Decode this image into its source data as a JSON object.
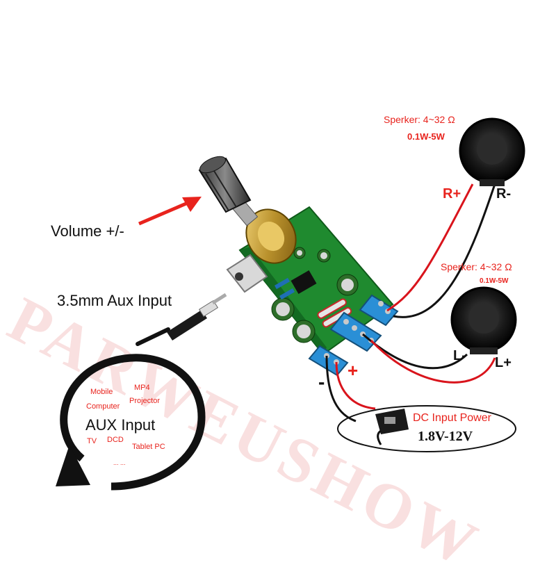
{
  "watermark": "PARWEUSHOW",
  "labels": {
    "volume": "Volume +/-",
    "aux_input_jack": "3.5mm Aux Input",
    "speaker_right": "Sperker: 4~32 Ω",
    "speaker_right_power": "0.1W-5W",
    "speaker_left": "Sperker: 4~32 Ω",
    "speaker_left_power": "0.1W-5W",
    "r_plus": "R+",
    "r_minus": "R-",
    "l_minus": "L-",
    "l_plus": "L+",
    "power_plus": "+",
    "power_minus": "-",
    "dc_input": "DC Input Power",
    "dc_voltage": "1.8V-12V"
  },
  "aux_sources": {
    "title": "AUX Input",
    "mobile": "Mobile",
    "computer": "Computer",
    "mp4": "MP4",
    "projector": "Projector",
    "tv": "TV",
    "dcd": "DCD",
    "tablet": "Tablet PC",
    "more": "... ..."
  },
  "colors": {
    "red_label": "#e8231d",
    "wire_red": "#d9141c",
    "wire_black": "#111111",
    "pcb_green": "#1f8a2f",
    "terminal_blue": "#2a8fd6"
  }
}
